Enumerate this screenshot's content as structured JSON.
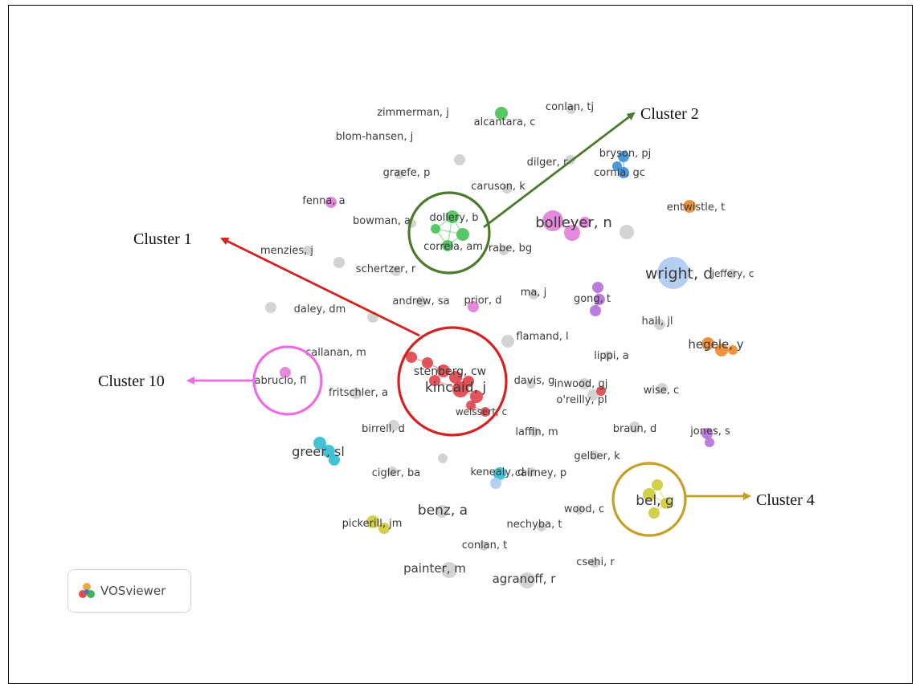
{
  "brand": {
    "name": "VOSviewer"
  },
  "colors": {
    "gray": "#cfcfcf",
    "red": "#e0474c",
    "green": "#4cc25a",
    "blue": "#3f8fd8",
    "pink": "#e37fd9",
    "orange": "#f08a2e",
    "purple": "#b472dc",
    "teal": "#35bdd2",
    "yellow": "#cdcc3c",
    "lightblue": "#aecbee"
  },
  "callouts": [
    {
      "id": "cluster-1",
      "label": "Cluster 1",
      "color": "#d42222"
    },
    {
      "id": "cluster-2",
      "label": "Cluster 2",
      "color": "#4b7a2f"
    },
    {
      "id": "cluster-10",
      "label": "Cluster 10",
      "color": "#ef6be6"
    },
    {
      "id": "cluster-4",
      "label": "Cluster 4",
      "color": "#c4a02a"
    }
  ],
  "author_labels": [
    "zimmerman, j",
    "conlan, tj",
    "alcantara, c",
    "blom-hansen, j",
    "dilger, r",
    "bryson, pj",
    "cornia, gc",
    "graefe, p",
    "caruson, k",
    "fenna, a",
    "entwistle, t",
    "bowman, a",
    "dollery, b",
    "bolleyer, n",
    "menzies, j",
    "correia, am",
    "rabe, bg",
    "schertzer, r",
    "wright, d",
    "jeffery, c",
    "ma, j",
    "andrew, sa",
    "prior, d",
    "gong, t",
    "daley, dm",
    "hall, jl",
    "flamand, l",
    "callanan, m",
    "hegele, y",
    "lippi, a",
    "stenberg, cw",
    "abrucio, fl",
    "davis, g",
    "inwood, gj",
    "kincaid, j",
    "fritschler, a",
    "wise, c",
    "o'reilly, pl",
    "weissert, c",
    "birrell, d",
    "laffin, m",
    "braun, d",
    "jones, s",
    "greer, sl",
    "gelber, k",
    "cigler, ba",
    "kenealy, d",
    "cairney, p",
    "bel, g",
    "benz, a",
    "wood, c",
    "pickerill, jm",
    "nechyba, t",
    "conlan, t",
    "csehi, r",
    "painter, m",
    "agranoff, r"
  ]
}
